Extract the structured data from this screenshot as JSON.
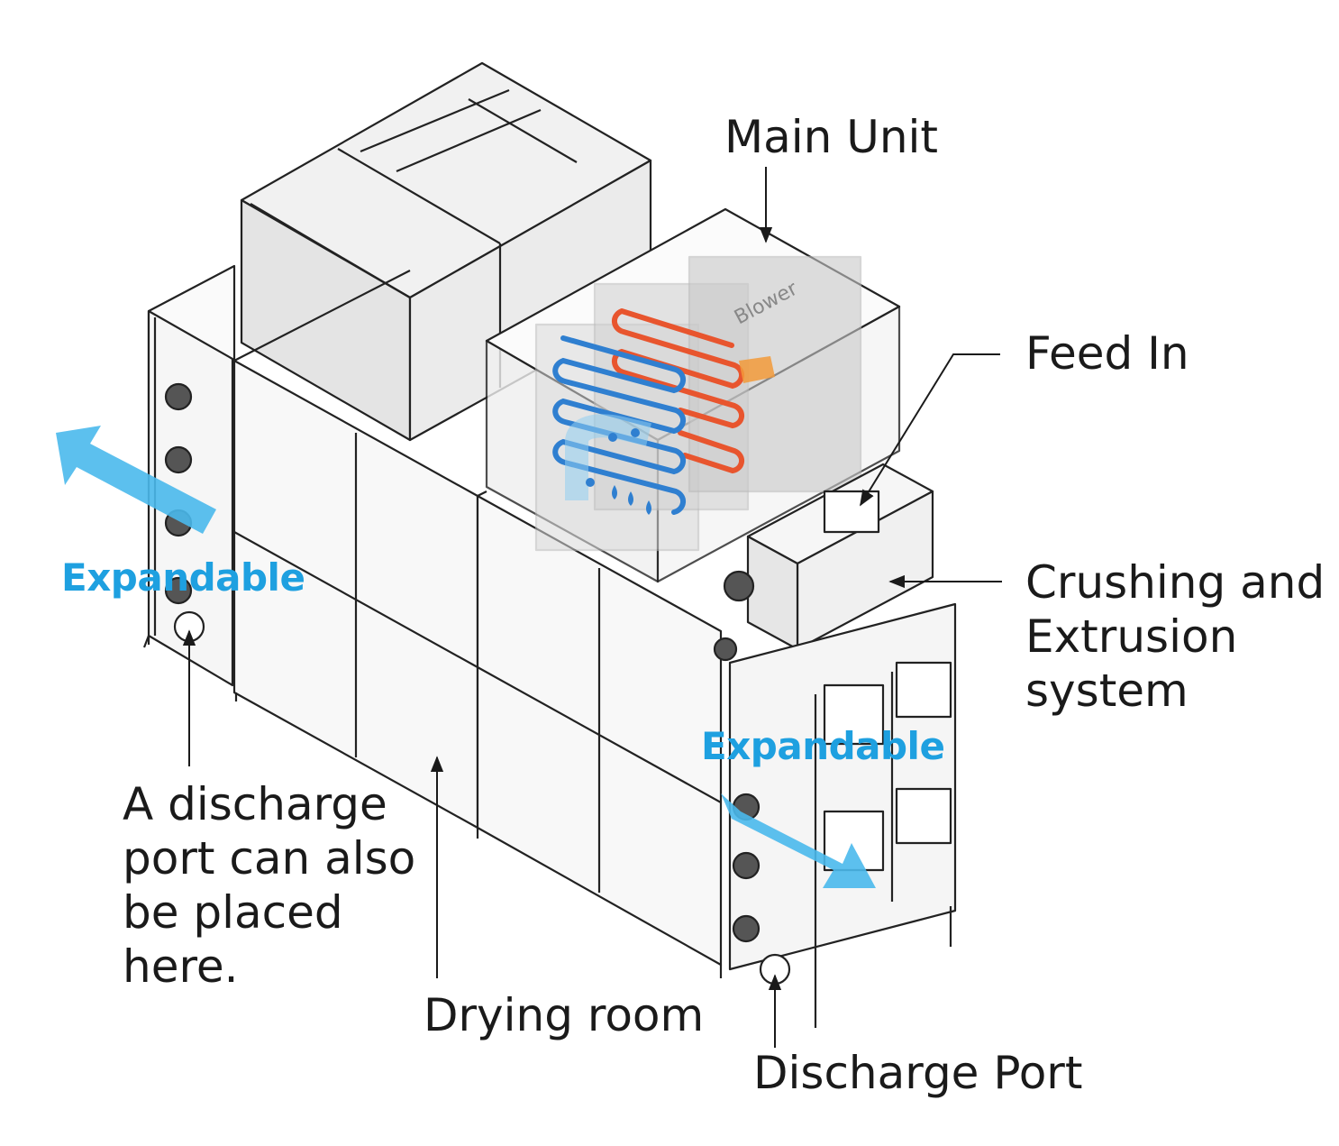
{
  "labels": {
    "main_unit": "Main Unit",
    "feed_in": "Feed In",
    "crushing": [
      "Crushing and",
      "Extrusion",
      "system"
    ],
    "discharge_alt": [
      "A discharge",
      "port can also",
      "be placed",
      "here."
    ],
    "drying_room": "Drying room",
    "discharge_port": "Discharge Port",
    "blower": "Blower",
    "expandable_left": "Expandable",
    "expandable_right": "Expandable"
  },
  "colors": {
    "accent_blue": "#1ea0e0",
    "arrow_blue": "#4ab9ec",
    "coil_red": "#e8552e",
    "coil_blue": "#2f7fd0",
    "line": "#1a1a1a"
  }
}
